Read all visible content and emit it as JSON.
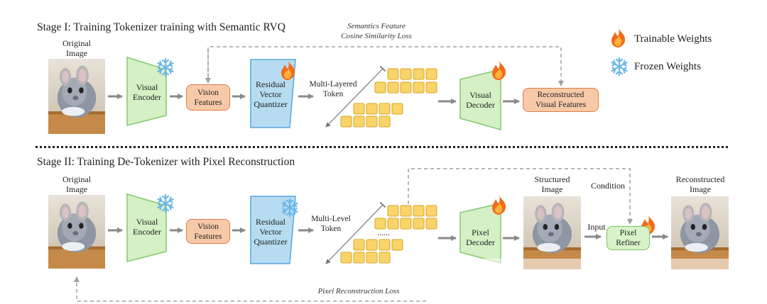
{
  "stage1": {
    "title": "Stage I: Training Tokenizer training with Semantic RVQ",
    "original_image": "Original\nImage",
    "visual_encoder": "Visual\nEncoder",
    "vision_features": "Vision\nFeatures",
    "rvq": "Residual\nVector\nQuantizer",
    "tokens_label": "Multi-Layered\nToken",
    "visual_decoder": "Visual\nDecoder",
    "reconstructed_features": "Reconstructed\nVisual Features",
    "loss_label": "Semantics Feature\nCosine Similarity Loss"
  },
  "stage2": {
    "title": "Stage II: Training De-Tokenizer with Pixel Reconstruction",
    "original_image": "Original\nImage",
    "visual_encoder": "Visual\nEncoder",
    "vision_features": "Vision\nFeatures",
    "rvq": "Residual\nVector\nQuantizer",
    "tokens_label": "Multi-Level\nToken",
    "ellipsis": "......",
    "pixel_decoder": "Pixel\nDecoder",
    "structured_image": "Structured\nImage",
    "condition": "Condition",
    "input": "Input",
    "pixel_refiner": "Pixel\nRefiner",
    "reconstructed_image": "Reconstructed\nImage",
    "loss_label": "Pixel Reconstruction Loss"
  },
  "legend": {
    "trainable": "Trainable Weights",
    "frozen": "Frozen Weights"
  },
  "colors": {
    "encoder_fill": "#d4f0c4",
    "encoder_stroke": "#86c870",
    "quantizer_fill": "#b7dcf2",
    "quantizer_stroke": "#5aa7d8",
    "feature_fill": "#f8c9a8",
    "feature_stroke": "#e07d4a",
    "token_fill": "#f9d46a",
    "token_stroke": "#d9a520",
    "arrow": "#808080",
    "dashed": "#a0a0a0",
    "fire": "#f26b1d",
    "snow": "#6ab7e8"
  },
  "icons": [
    "fire-icon",
    "snowflake-icon",
    "chinchilla-photo"
  ]
}
